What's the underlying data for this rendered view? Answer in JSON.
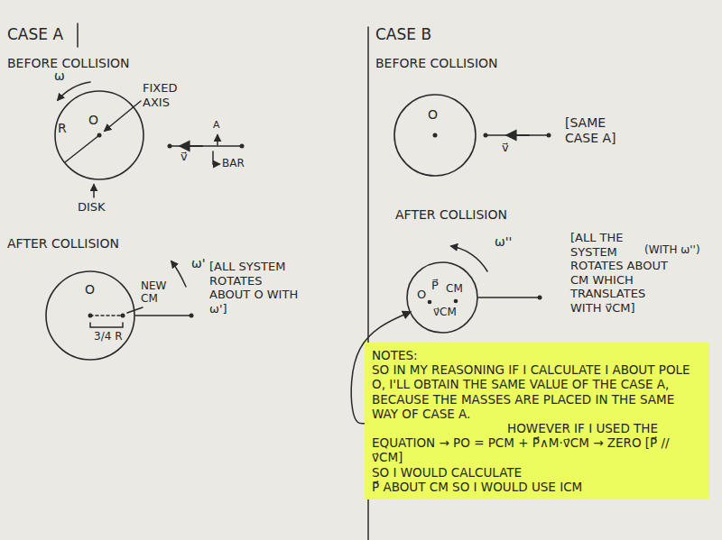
{
  "diagram": {
    "nodes": [
      {
        "text": [
          "O"
        ]
      },
      {
        "text": [
          "O"
        ]
      },
      {
        "text": [
          "O"
        ]
      },
      {
        "text": [
          "O",
          "P⃗",
          "CM",
          "v⃗CM"
        ]
      },
      {
        "text": [
          "NOTES:",
          "SO IN MY REASONING IF I CALCULATE I ABOUT POLE O, I'LL OBTAIN THE SAME VALUE OF THE CASE A, BECAUSE THE MASSES ARE PLACED IN THE SAME WAY OF CASE A.",
          "HOWEVER IF I USED THE",
          "EQUATION → PO = PCM + P⃗∧M·v⃗CM → ZERO [P⃗ // v⃗CM]",
          "SO I WOULD CALCULATE",
          "P⃗ ABOUT CM SO I WOULD USE ICM"
        ]
      }
    ],
    "edges": [
      {
        "from": 4,
        "to": 3,
        "arrow": "to"
      }
    ],
    "labels": [
      "CASE A",
      "BEFORE COLLISION",
      "ω",
      "FIXED AXIS",
      "R",
      "A",
      "v⃗",
      "BAR",
      "DISK",
      "AFTER COLLISION",
      "ω'",
      "[ALL SYSTEM ROTATES ABOUT O WITH ω']",
      "NEW CM",
      "3/4 R",
      "CASE B",
      "BEFORE COLLISION",
      "v⃗",
      "[SAME CASE A]",
      "AFTER COLLISION",
      "ω''",
      "[ALL THE SYSTEM ROTATES ABOUT CM WHICH TRANSLATES WITH v⃗CM]",
      "(WITH ω'')"
    ]
  }
}
